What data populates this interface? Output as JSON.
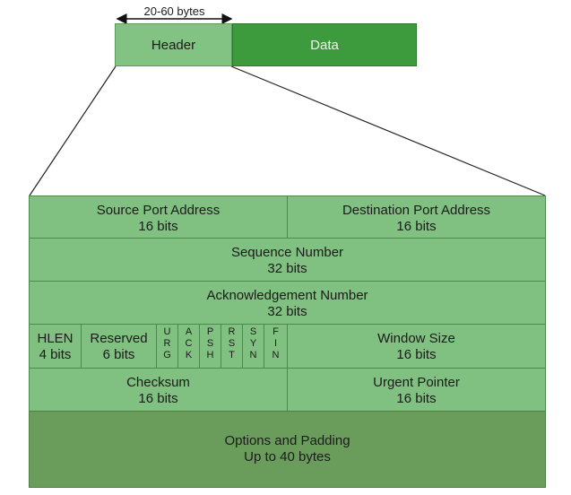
{
  "top": {
    "range_label": "20-60 bytes",
    "header_label": "Header",
    "data_label": "Data"
  },
  "fields": {
    "source_port": {
      "name": "Source Port Address",
      "size": "16 bits"
    },
    "dest_port": {
      "name": "Destination Port Address",
      "size": "16 bits"
    },
    "sequence": {
      "name": "Sequence Number",
      "size": "32 bits"
    },
    "ack": {
      "name": "Acknowledgement Number",
      "size": "32 bits"
    },
    "hlen": {
      "name": "HLEN",
      "size": "4 bits"
    },
    "reserved": {
      "name": "Reserved",
      "size": "6 bits"
    },
    "flags": [
      {
        "letters": [
          "U",
          "R",
          "G"
        ]
      },
      {
        "letters": [
          "A",
          "C",
          "K"
        ]
      },
      {
        "letters": [
          "P",
          "S",
          "H"
        ]
      },
      {
        "letters": [
          "R",
          "S",
          "T"
        ]
      },
      {
        "letters": [
          "S",
          "Y",
          "N"
        ]
      },
      {
        "letters": [
          "F",
          "I",
          "N"
        ]
      }
    ],
    "window": {
      "name": "Window Size",
      "size": "16 bits"
    },
    "checksum": {
      "name": "Checksum",
      "size": "16 bits"
    },
    "urgent": {
      "name": "Urgent Pointer",
      "size": "16 bits"
    },
    "options": {
      "name": "Options and Padding",
      "size": "Up to 40 bytes"
    }
  },
  "colors": {
    "header_fill": "#82c282",
    "data_fill": "#3d9b3d",
    "field_fill": "#80c080",
    "options_fill": "#6a9d5c",
    "border": "#4c8a4c"
  }
}
